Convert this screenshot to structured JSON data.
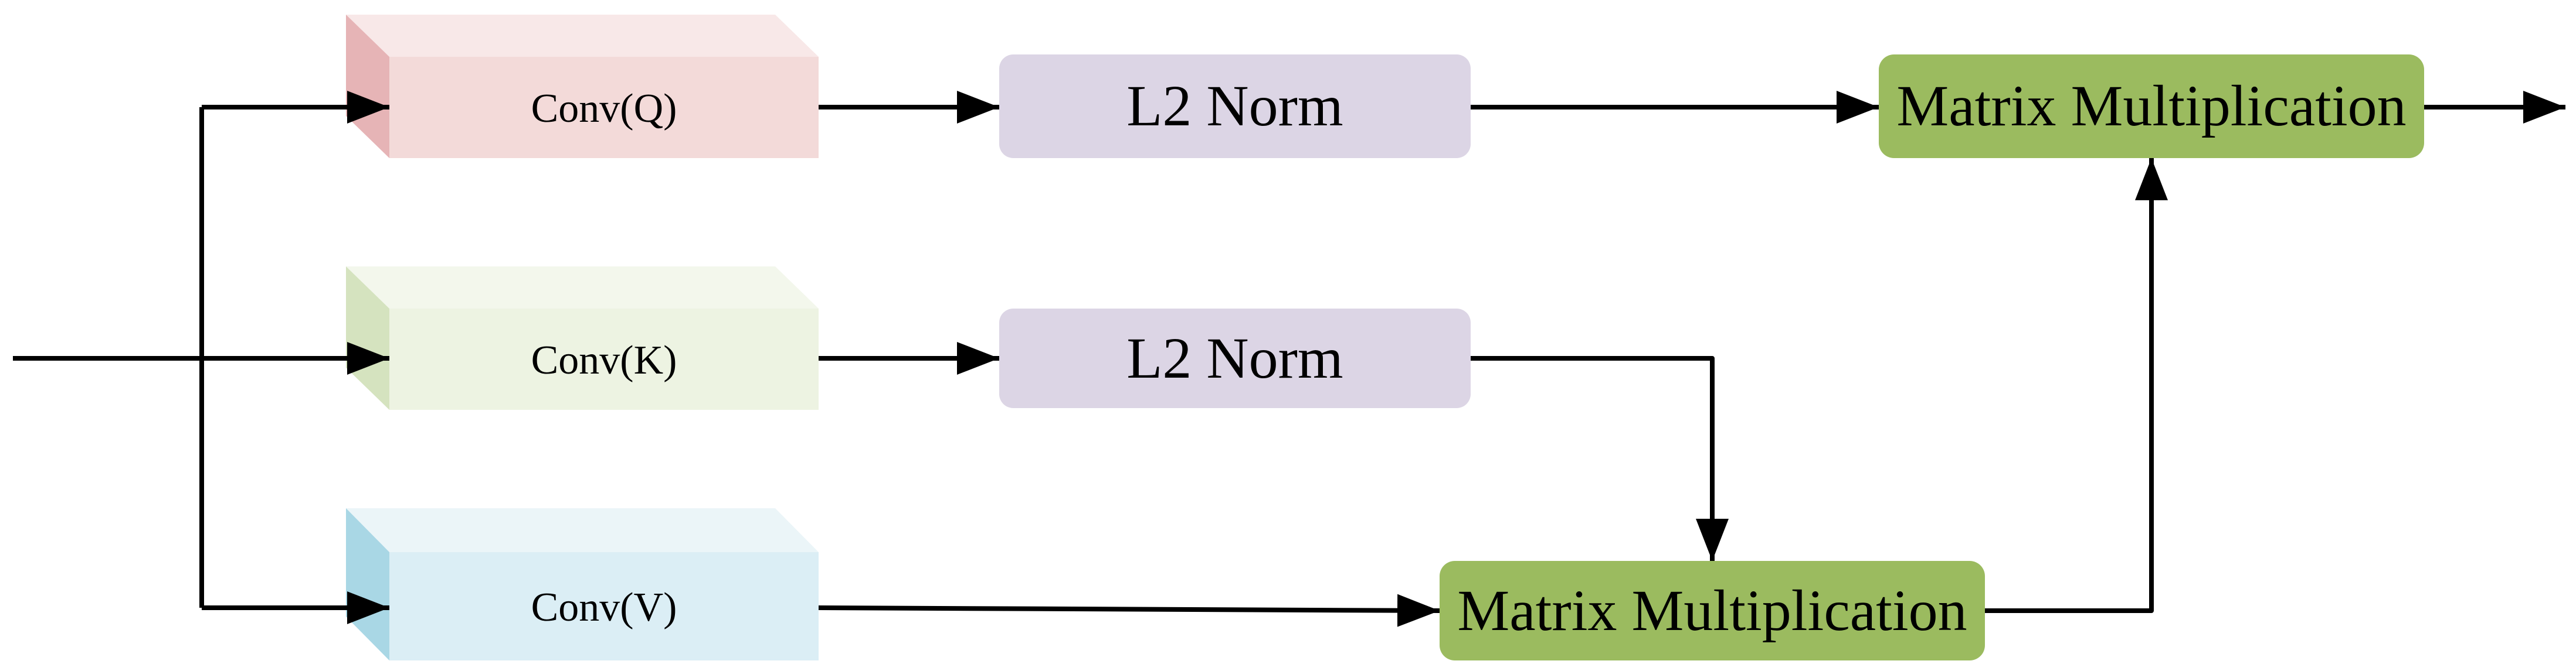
{
  "diagram": {
    "conv_blocks": [
      {
        "id": "q",
        "label": "Conv(Q)",
        "colors": {
          "front": "#f3dad9",
          "top": "#f8e8e8",
          "side": "#e6b4b6"
        }
      },
      {
        "id": "k",
        "label": "Conv(K)",
        "colors": {
          "front": "#edf3e2",
          "top": "#f3f7ec",
          "side": "#d5e3bf"
        }
      },
      {
        "id": "v",
        "label": "Conv(V)",
        "colors": {
          "front": "#dbeef5",
          "top": "#ebf5f8",
          "side": "#a9d7e5"
        }
      }
    ],
    "norm_boxes": [
      {
        "id": "norm-q",
        "label": "L2 Norm"
      },
      {
        "id": "norm-k",
        "label": "L2 Norm"
      }
    ],
    "matmul_boxes": [
      {
        "id": "matmul-top",
        "label": "Matrix Multiplication"
      },
      {
        "id": "matmul-bottom",
        "label": "Matrix Multiplication"
      }
    ],
    "colors": {
      "norm_fill": "#dcd5e5",
      "matmul_fill": "#9bbb5f",
      "line": "#000000"
    }
  }
}
